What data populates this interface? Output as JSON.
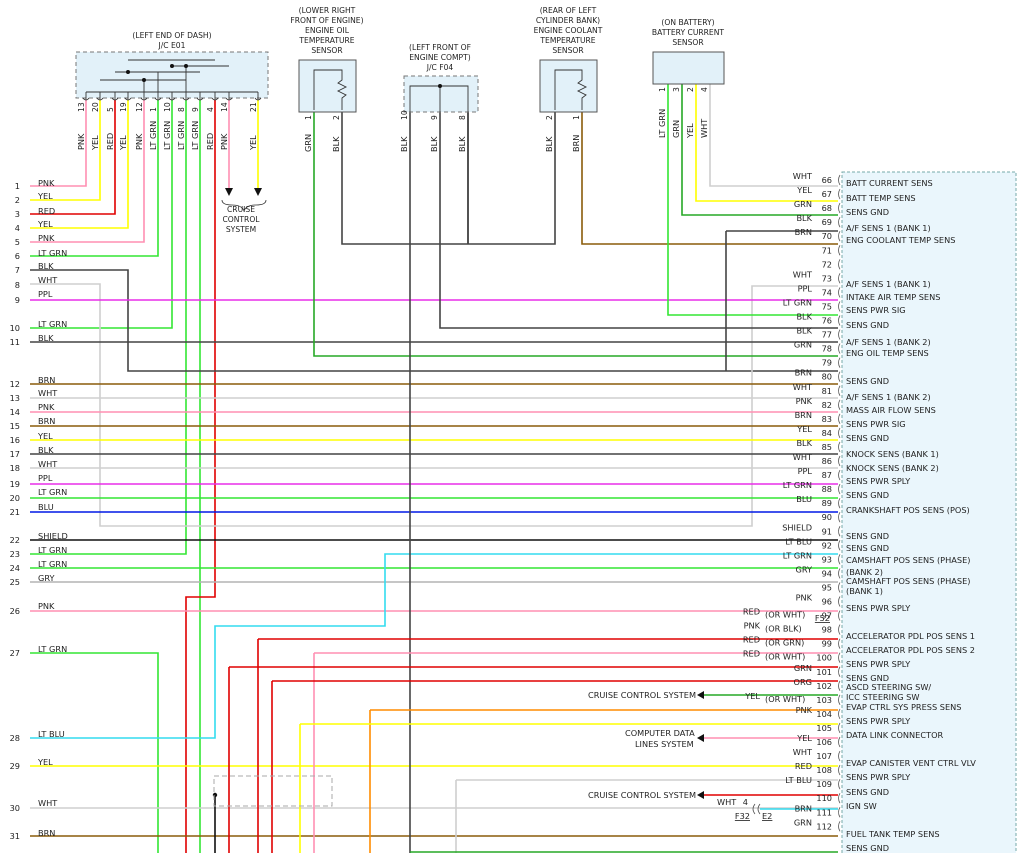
{
  "colors": {
    "PNK": "#ff8fb2",
    "YEL": "#ffff00",
    "RED": "#e00000",
    "LT GRN": "#33e633",
    "BLK": "#444444",
    "WHT": "#cfcfcf",
    "PPL": "#e82ee8",
    "BRN": "#8a5c0a",
    "BLU": "#0018e6",
    "GRY": "#b4b4b4",
    "SHIELD": "#111111",
    "LT BLU": "#33dcef",
    "GRN": "#26a826",
    "ORG": "#ff8c00",
    "ecm_fill": "#eaf6fc",
    "comp_fill": "#e2f1f9"
  },
  "components": {
    "jc_e01": {
      "lines": [
        "(LEFT END OF DASH)",
        "J/C E01"
      ],
      "pins": [
        "13",
        "20",
        "5",
        "19",
        "12",
        "1",
        "10",
        "8",
        "9",
        "4",
        "14",
        "21"
      ]
    },
    "oil_sensor": {
      "lines": [
        "(LOWER RIGHT",
        "FRONT OF ENGINE)",
        "ENGINE OIL",
        "TEMPERATURE",
        "SENSOR"
      ],
      "pins": [
        "1",
        "2"
      ],
      "wires": [
        "GRN",
        "BLK"
      ]
    },
    "jc_f04": {
      "lines": [
        "(LEFT FRONT OF",
        "ENGINE COMPT)",
        "J/C F04"
      ],
      "pins": [
        "10",
        "9",
        "8"
      ],
      "wires": [
        "BLK",
        "BLK",
        "BLK"
      ]
    },
    "coolant_sensor": {
      "lines": [
        "(REAR OF LEFT",
        "CYLINDER BANK)",
        "ENGINE COOLANT",
        "TEMPERATURE",
        "SENSOR"
      ],
      "pins": [
        "2",
        "1"
      ],
      "wires": [
        "BLK",
        "BRN"
      ]
    },
    "battery_sensor": {
      "lines": [
        "(ON BATTERY)",
        "BATTERY CURRENT",
        "SENSOR"
      ],
      "pins": [
        "1",
        "3",
        "2",
        "4"
      ],
      "wires": [
        "LT GRN",
        "GRN",
        "YEL",
        "WHT"
      ]
    },
    "jc_e01_wires": [
      "PNK",
      "YEL",
      "RED",
      "YEL",
      "PNK",
      "LT GRN",
      "LT GRN",
      "LT GRN",
      "LT GRN",
      "RED",
      "PNK",
      "YEL"
    ],
    "cruise": [
      "CRUISE",
      "CONTROL",
      "SYSTEM"
    ]
  },
  "left_rows": [
    {
      "n": "1",
      "c": "PNK"
    },
    {
      "n": "2",
      "c": "YEL"
    },
    {
      "n": "3",
      "c": "RED"
    },
    {
      "n": "4",
      "c": "YEL"
    },
    {
      "n": "5",
      "c": "PNK"
    },
    {
      "n": "6",
      "c": "LT GRN"
    },
    {
      "n": "7",
      "c": "BLK"
    },
    {
      "n": "7",
      "c": "WHT"
    },
    {
      "n": "8",
      "c": "PPL"
    },
    {
      "n": "9",
      "c": ""
    },
    {
      "n": "10",
      "c": "LT GRN"
    },
    {
      "n": "11",
      "c": "BLK"
    },
    {
      "n": "12",
      "c": "BRN"
    },
    {
      "n": "",
      "c": "WHT"
    },
    {
      "n": "13",
      "c": "PNK"
    },
    {
      "n": "14",
      "c": "BRN"
    },
    {
      "n": "15",
      "c": "YEL"
    },
    {
      "n": "16",
      "c": "BLK"
    },
    {
      "n": "17",
      "c": "WHT"
    },
    {
      "n": "18",
      "c": "PPL"
    },
    {
      "n": "19",
      "c": "LT GRN"
    },
    {
      "n": "20",
      "c": "BLU"
    },
    {
      "n": "21",
      "c": ""
    },
    {
      "n": "22",
      "c": "SHIELD"
    },
    {
      "n": "23",
      "c": "LT GRN"
    },
    {
      "n": "24",
      "c": "LT GRN"
    },
    {
      "n": "25",
      "c": "GRY"
    },
    {
      "n": "26",
      "c": "PNK"
    },
    {
      "n": "27",
      "c": "LT GRN"
    },
    {
      "n": "28",
      "c": "LT BLU"
    },
    {
      "n": "29",
      "c": "YEL"
    },
    {
      "n": "30",
      "c": "WHT"
    },
    {
      "n": "31",
      "c": "BRN"
    }
  ],
  "right_rows": [
    {
      "n": "66",
      "c": "WHT",
      "alt": ""
    },
    {
      "n": "67",
      "c": "YEL",
      "alt": ""
    },
    {
      "n": "68",
      "c": "GRN",
      "alt": ""
    },
    {
      "n": "69",
      "c": "BLK",
      "alt": ""
    },
    {
      "n": "70",
      "c": "BRN",
      "alt": ""
    },
    {
      "n": "71",
      "c": "",
      "alt": ""
    },
    {
      "n": "72",
      "c": "",
      "alt": ""
    },
    {
      "n": "73",
      "c": "WHT",
      "alt": ""
    },
    {
      "n": "74",
      "c": "PPL",
      "alt": ""
    },
    {
      "n": "75",
      "c": "LT GRN",
      "alt": ""
    },
    {
      "n": "76",
      "c": "BLK",
      "alt": ""
    },
    {
      "n": "77",
      "c": "BLK",
      "alt": ""
    },
    {
      "n": "78",
      "c": "GRN",
      "alt": ""
    },
    {
      "n": "79",
      "c": "",
      "alt": ""
    },
    {
      "n": "80",
      "c": "BRN",
      "alt": ""
    },
    {
      "n": "81",
      "c": "WHT",
      "alt": ""
    },
    {
      "n": "82",
      "c": "PNK",
      "alt": ""
    },
    {
      "n": "83",
      "c": "BRN",
      "alt": ""
    },
    {
      "n": "84",
      "c": "YEL",
      "alt": ""
    },
    {
      "n": "85",
      "c": "BLK",
      "alt": ""
    },
    {
      "n": "86",
      "c": "WHT",
      "alt": ""
    },
    {
      "n": "87",
      "c": "PPL",
      "alt": ""
    },
    {
      "n": "88",
      "c": "LT GRN",
      "alt": ""
    },
    {
      "n": "89",
      "c": "BLU",
      "alt": ""
    },
    {
      "n": "90",
      "c": "",
      "alt": ""
    },
    {
      "n": "91",
      "c": "SHIELD",
      "alt": ""
    },
    {
      "n": "92",
      "c": "LT BLU",
      "alt": ""
    },
    {
      "n": "93",
      "c": "LT GRN",
      "alt": ""
    },
    {
      "n": "94",
      "c": "GRY",
      "alt": ""
    },
    {
      "n": "95",
      "c": "",
      "alt": ""
    },
    {
      "n": "96",
      "c": "PNK",
      "alt": ""
    },
    {
      "n": "97",
      "c": "RED",
      "alt": "(OR WHT)"
    },
    {
      "n": "98",
      "c": "PNK",
      "alt": "(OR BLK)"
    },
    {
      "n": "99",
      "c": "RED",
      "alt": "(OR GRN)"
    },
    {
      "n": "100",
      "c": "RED",
      "alt": "(OR WHT)"
    },
    {
      "n": "101",
      "c": "GRN",
      "alt": ""
    },
    {
      "n": "102",
      "c": "ORG",
      "alt": ""
    },
    {
      "n": "103",
      "c": "YEL",
      "alt": "(OR WHT)"
    },
    {
      "n": "104",
      "c": "PNK",
      "alt": ""
    },
    {
      "n": "105",
      "c": "",
      "alt": ""
    },
    {
      "n": "106",
      "c": "YEL",
      "alt": ""
    },
    {
      "n": "107",
      "c": "WHT",
      "alt": ""
    },
    {
      "n": "108",
      "c": "RED",
      "alt": ""
    },
    {
      "n": "109",
      "c": "LT BLU",
      "alt": ""
    },
    {
      "n": "110",
      "c": "",
      "alt": ""
    },
    {
      "n": "111",
      "c": "BRN",
      "alt": ""
    },
    {
      "n": "112",
      "c": "GRN",
      "alt": ""
    }
  ],
  "connector_labels": {
    "f52": "F52",
    "f32": "F32",
    "e2": "E2",
    "wht": "WHT",
    "wht_pin": "4"
  },
  "ecm_labels": [
    "BATT CURRENT SENS",
    "BATT TEMP SENS",
    "SENS GND",
    "A/F SENS 1 (BANK 1)",
    "ENG COOLANT TEMP SENS",
    "A/F SENS 1 (BANK 1)",
    "INTAKE AIR TEMP SENS",
    "SENS PWR SIG",
    "SENS GND",
    "A/F SENS 1 (BANK 2)",
    "ENG OIL TEMP SENS",
    "SENS GND",
    "A/F SENS 1 (BANK 2)",
    "MASS AIR FLOW SENS",
    "SENS PWR SIG",
    "SENS GND",
    "KNOCK SENS (BANK 1)",
    "KNOCK SENS (BANK 2)",
    "SENS PWR SPLY",
    "SENS GND",
    "CRANKSHAFT POS SENS (POS)",
    "SENS GND",
    "SENS GND",
    "CAMSHAFT POS SENS (PHASE)",
    "(BANK 2)",
    "CAMSHAFT POS SENS (PHASE)",
    "(BANK 1)",
    "SENS PWR SPLY",
    "ACCELERATOR PDL POS SENS 1",
    "ACCELERATOR PDL POS SENS 2",
    "SENS PWR SPLY",
    "SENS GND",
    "ASCD STEERING SW/",
    "ICC STEERING SW",
    "EVAP CTRL SYS PRESS SENS",
    "SENS PWR SPLY",
    "DATA LINK CONNECTOR",
    "EVAP CANISTER VENT CTRL VLV",
    "SENS PWR SPLY",
    "SENS GND",
    "IGN SW",
    "FUEL TANK TEMP SENS",
    "SENS GND"
  ],
  "ext_labels": [
    {
      "lines": [
        "CRUISE CONTROL SYSTEM"
      ]
    },
    {
      "lines": [
        "COMPUTER DATA",
        "LINES SYSTEM"
      ]
    },
    {
      "lines": [
        "CRUISE CONTROL SYSTEM"
      ]
    }
  ]
}
